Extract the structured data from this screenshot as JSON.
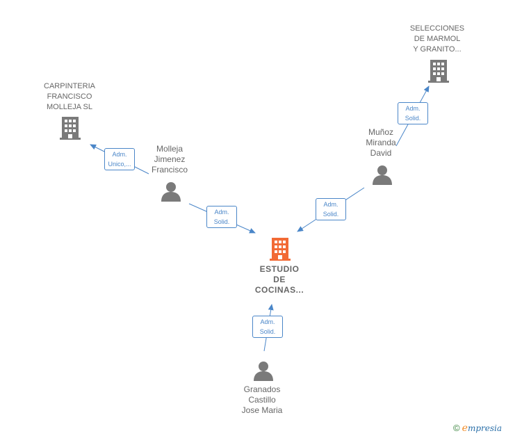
{
  "colors": {
    "edge": "#4a86c8",
    "company": "#7a7a7a",
    "center": "#f26a35",
    "person": "#7a7a7a",
    "text": "#666666"
  },
  "nodes": {
    "center": {
      "lines": "ESTUDIO\nDE\nCOCINAS..."
    },
    "carpinteria": {
      "lines": "CARPINTERIA\nFRANCISCO\nMOLLEJA  SL"
    },
    "selecciones": {
      "lines": "SELECCIONES\nDE MARMOL\nY GRANITO..."
    },
    "molleja": {
      "lines": "Molleja\nJimenez\nFrancisco"
    },
    "munoz": {
      "lines": "Muñoz\nMiranda\nDavid"
    },
    "granados": {
      "lines": "Granados\nCastillo\nJose Maria"
    }
  },
  "edges": {
    "molleja_carpinteria": "Adm.\nUnico,...",
    "molleja_center": "Adm.\nSolid.",
    "munoz_selecciones": "Adm.\nSolid.",
    "munoz_center": "Adm.\nSolid.",
    "granados_center": "Adm.\nSolid."
  },
  "brand": {
    "copyright": "©",
    "e": "e",
    "rest": "mpresia"
  }
}
